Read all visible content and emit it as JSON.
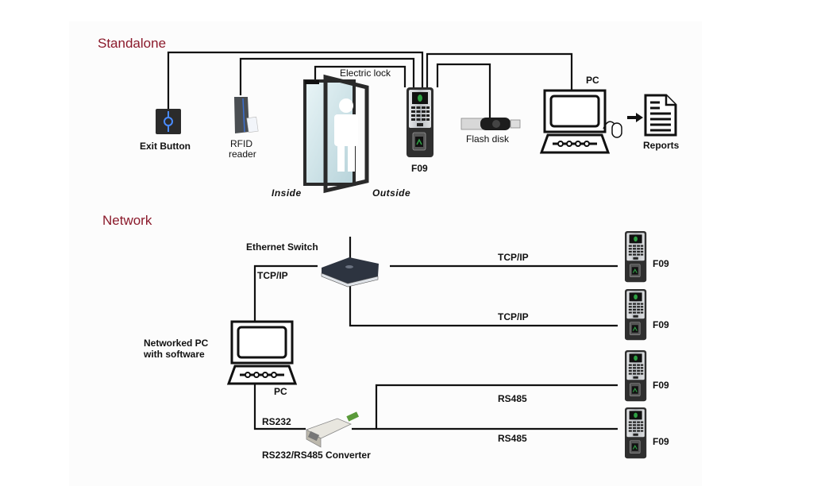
{
  "colors": {
    "section_title": "#8b1a2b",
    "wire": "#111111",
    "device_dark": "#2f2f2f",
    "device_silver": "#c9ccd0",
    "screen_green": "#2ea043",
    "exit_button_glow": "#4a8cff"
  },
  "standalone": {
    "title": "Standalone",
    "exit_button": "Exit Button",
    "rfid_line1": "RFID",
    "rfid_line2": "reader",
    "electric_lock": "Electric lock",
    "inside": "Inside",
    "outside": "Outside",
    "device": "F09",
    "flash_disk": "Flash disk",
    "pc": "PC",
    "reports": "Reports"
  },
  "network": {
    "title": "Network",
    "ethernet_switch": "Ethernet Switch",
    "pc_tcp_label": "TCP/IP",
    "networked_pc_line1": "Networked PC",
    "networked_pc_line2": "with software",
    "pc": "PC",
    "rs232": "RS232",
    "converter": "RS232/RS485 Converter",
    "links": [
      {
        "protocol": "TCP/IP",
        "device": "F09"
      },
      {
        "protocol": "TCP/IP",
        "device": "F09"
      },
      {
        "protocol": "RS485",
        "device": "F09"
      },
      {
        "protocol": "RS485",
        "device": "F09"
      }
    ]
  }
}
